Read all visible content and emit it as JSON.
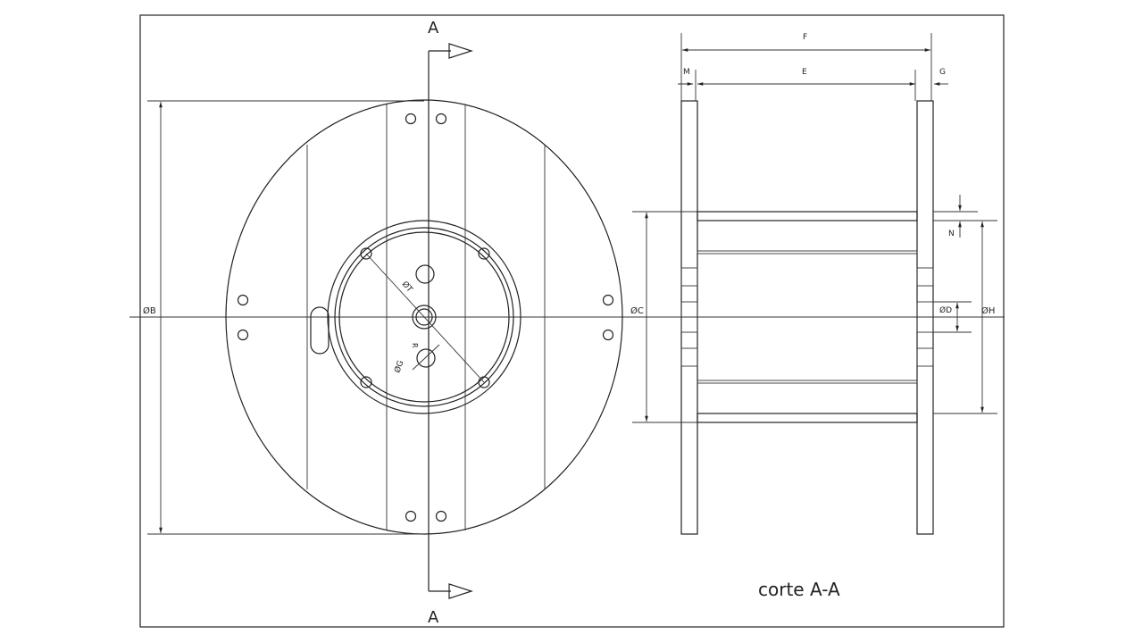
{
  "drawing": {
    "section_marker_top": "A",
    "section_marker_bottom": "A",
    "front_view": {
      "dim_outer_diameter": "ØB",
      "dim_bolt_circle": "ØT",
      "dim_radius": "R",
      "dim_hole": "ØG"
    },
    "section_view": {
      "title": "corte A-A",
      "dim_overall_width": "F",
      "dim_inner_width": "E",
      "dim_flange_left": "M",
      "dim_flange_right": "G",
      "dim_barrel_thickness": "N",
      "dim_barrel_outer": "ØC",
      "dim_barrel_inner": "ØH",
      "dim_bore": "ØD"
    }
  }
}
